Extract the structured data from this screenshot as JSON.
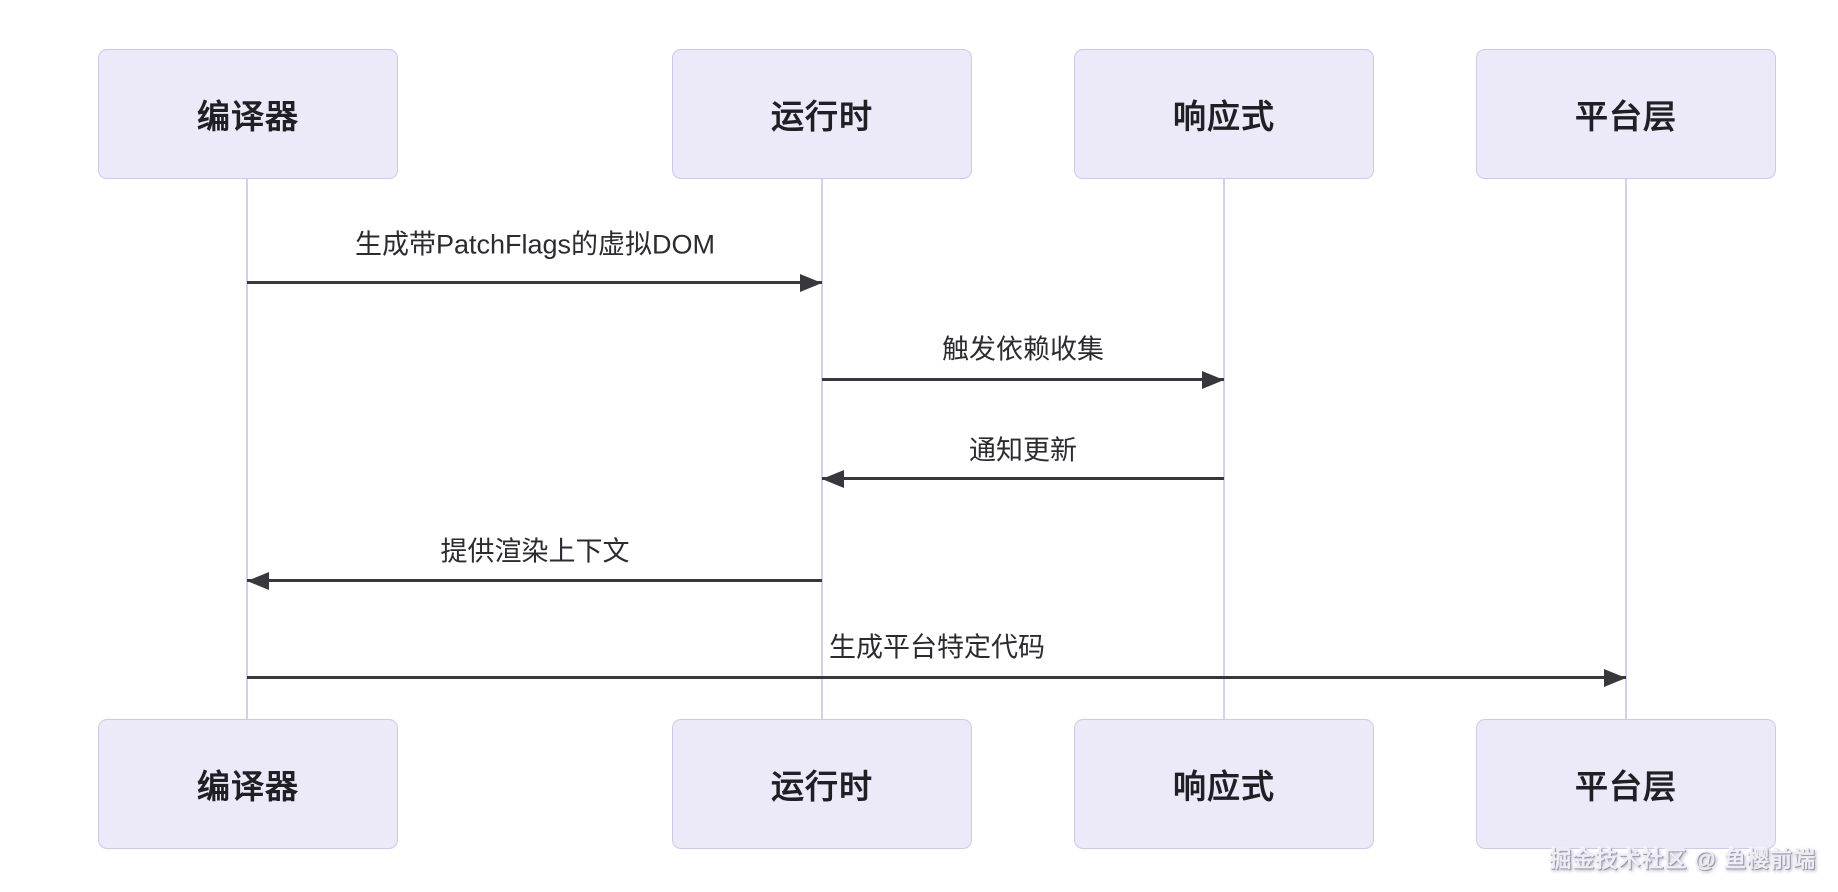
{
  "diagram": {
    "type": "sequence",
    "actors": [
      {
        "id": "compiler",
        "label": "编译器"
      },
      {
        "id": "runtime",
        "label": "运行时"
      },
      {
        "id": "reactivity",
        "label": "响应式"
      },
      {
        "id": "platform",
        "label": "平台层"
      }
    ],
    "messages": [
      {
        "from": "编译器",
        "to": "运行时",
        "direction": "right",
        "label": "生成带PatchFlags的虚拟DOM"
      },
      {
        "from": "运行时",
        "to": "响应式",
        "direction": "right",
        "label": "触发依赖收集"
      },
      {
        "from": "响应式",
        "to": "运行时",
        "direction": "left",
        "label": "通知更新"
      },
      {
        "from": "运行时",
        "to": "编译器",
        "direction": "left",
        "label": "提供渲染上下文"
      },
      {
        "from": "编译器",
        "to": "平台层",
        "direction": "right",
        "label": "生成平台特定代码"
      }
    ],
    "colors": {
      "actor_fill": "#eceaf8",
      "actor_border": "#cfc8ea",
      "lifeline": "#d3cfec",
      "arrow": "#37373d",
      "text": "#1f1f24"
    }
  },
  "watermark": {
    "text": "掘金技术社区 @ 鱼樱前端"
  }
}
